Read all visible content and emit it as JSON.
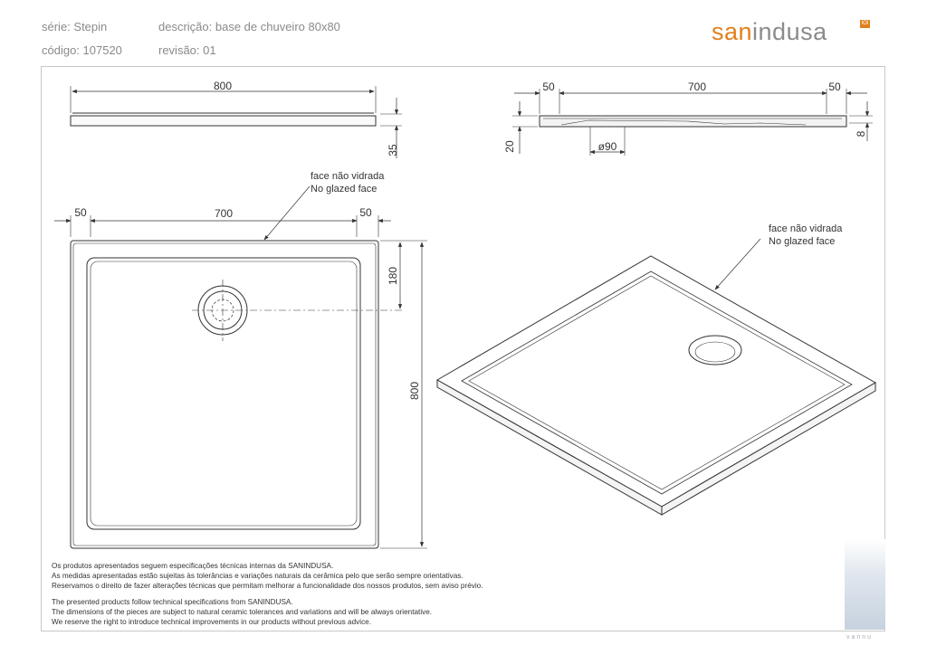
{
  "header": {
    "serie": "série: Stepin",
    "descricao": "descrição: base de chuveiro 80x80",
    "codigo": "código: 107520",
    "revisao": "revisão: 01"
  },
  "logo": {
    "part1": "san",
    "part2": "indusa",
    "mark": "IOI"
  },
  "drawing": {
    "front_view": {
      "width": "800",
      "height": "35"
    },
    "side_view": {
      "left_rim": "50",
      "inner": "700",
      "right_rim": "50",
      "total_height": "20",
      "rim_height": "8",
      "drain": "ø90"
    },
    "plan_view": {
      "left_rim": "50",
      "inner": "700",
      "right_rim": "50",
      "drain_offset": "180",
      "depth": "800"
    },
    "callout_plan": {
      "pt": "face não vidrada",
      "en": "No glazed face"
    },
    "callout_iso": {
      "pt": "face não vidrada",
      "en": "No glazed face"
    }
  },
  "notes": {
    "pt": [
      "Os produtos apresentados seguem especificações técnicas internas da SANINDUSA.",
      "As medidas apresentadas estão sujeitas às tolerâncias e variações naturais da cerâmica pelo que serão sempre orientativas.",
      "Reservamos o direito de fazer alterações técnicas que permitam melhorar a funcionalidade dos nossos produtos, sem aviso prévio."
    ],
    "en": [
      "The presented products follow technical specifications from SANINDUSA.",
      "The dimensions of the pieces are subject to natural ceramic tolerances and variations and will be always orientative.",
      "We reserve the right to introduce technical improvements in our products without previous advice."
    ]
  },
  "footer_mark": "vannu"
}
